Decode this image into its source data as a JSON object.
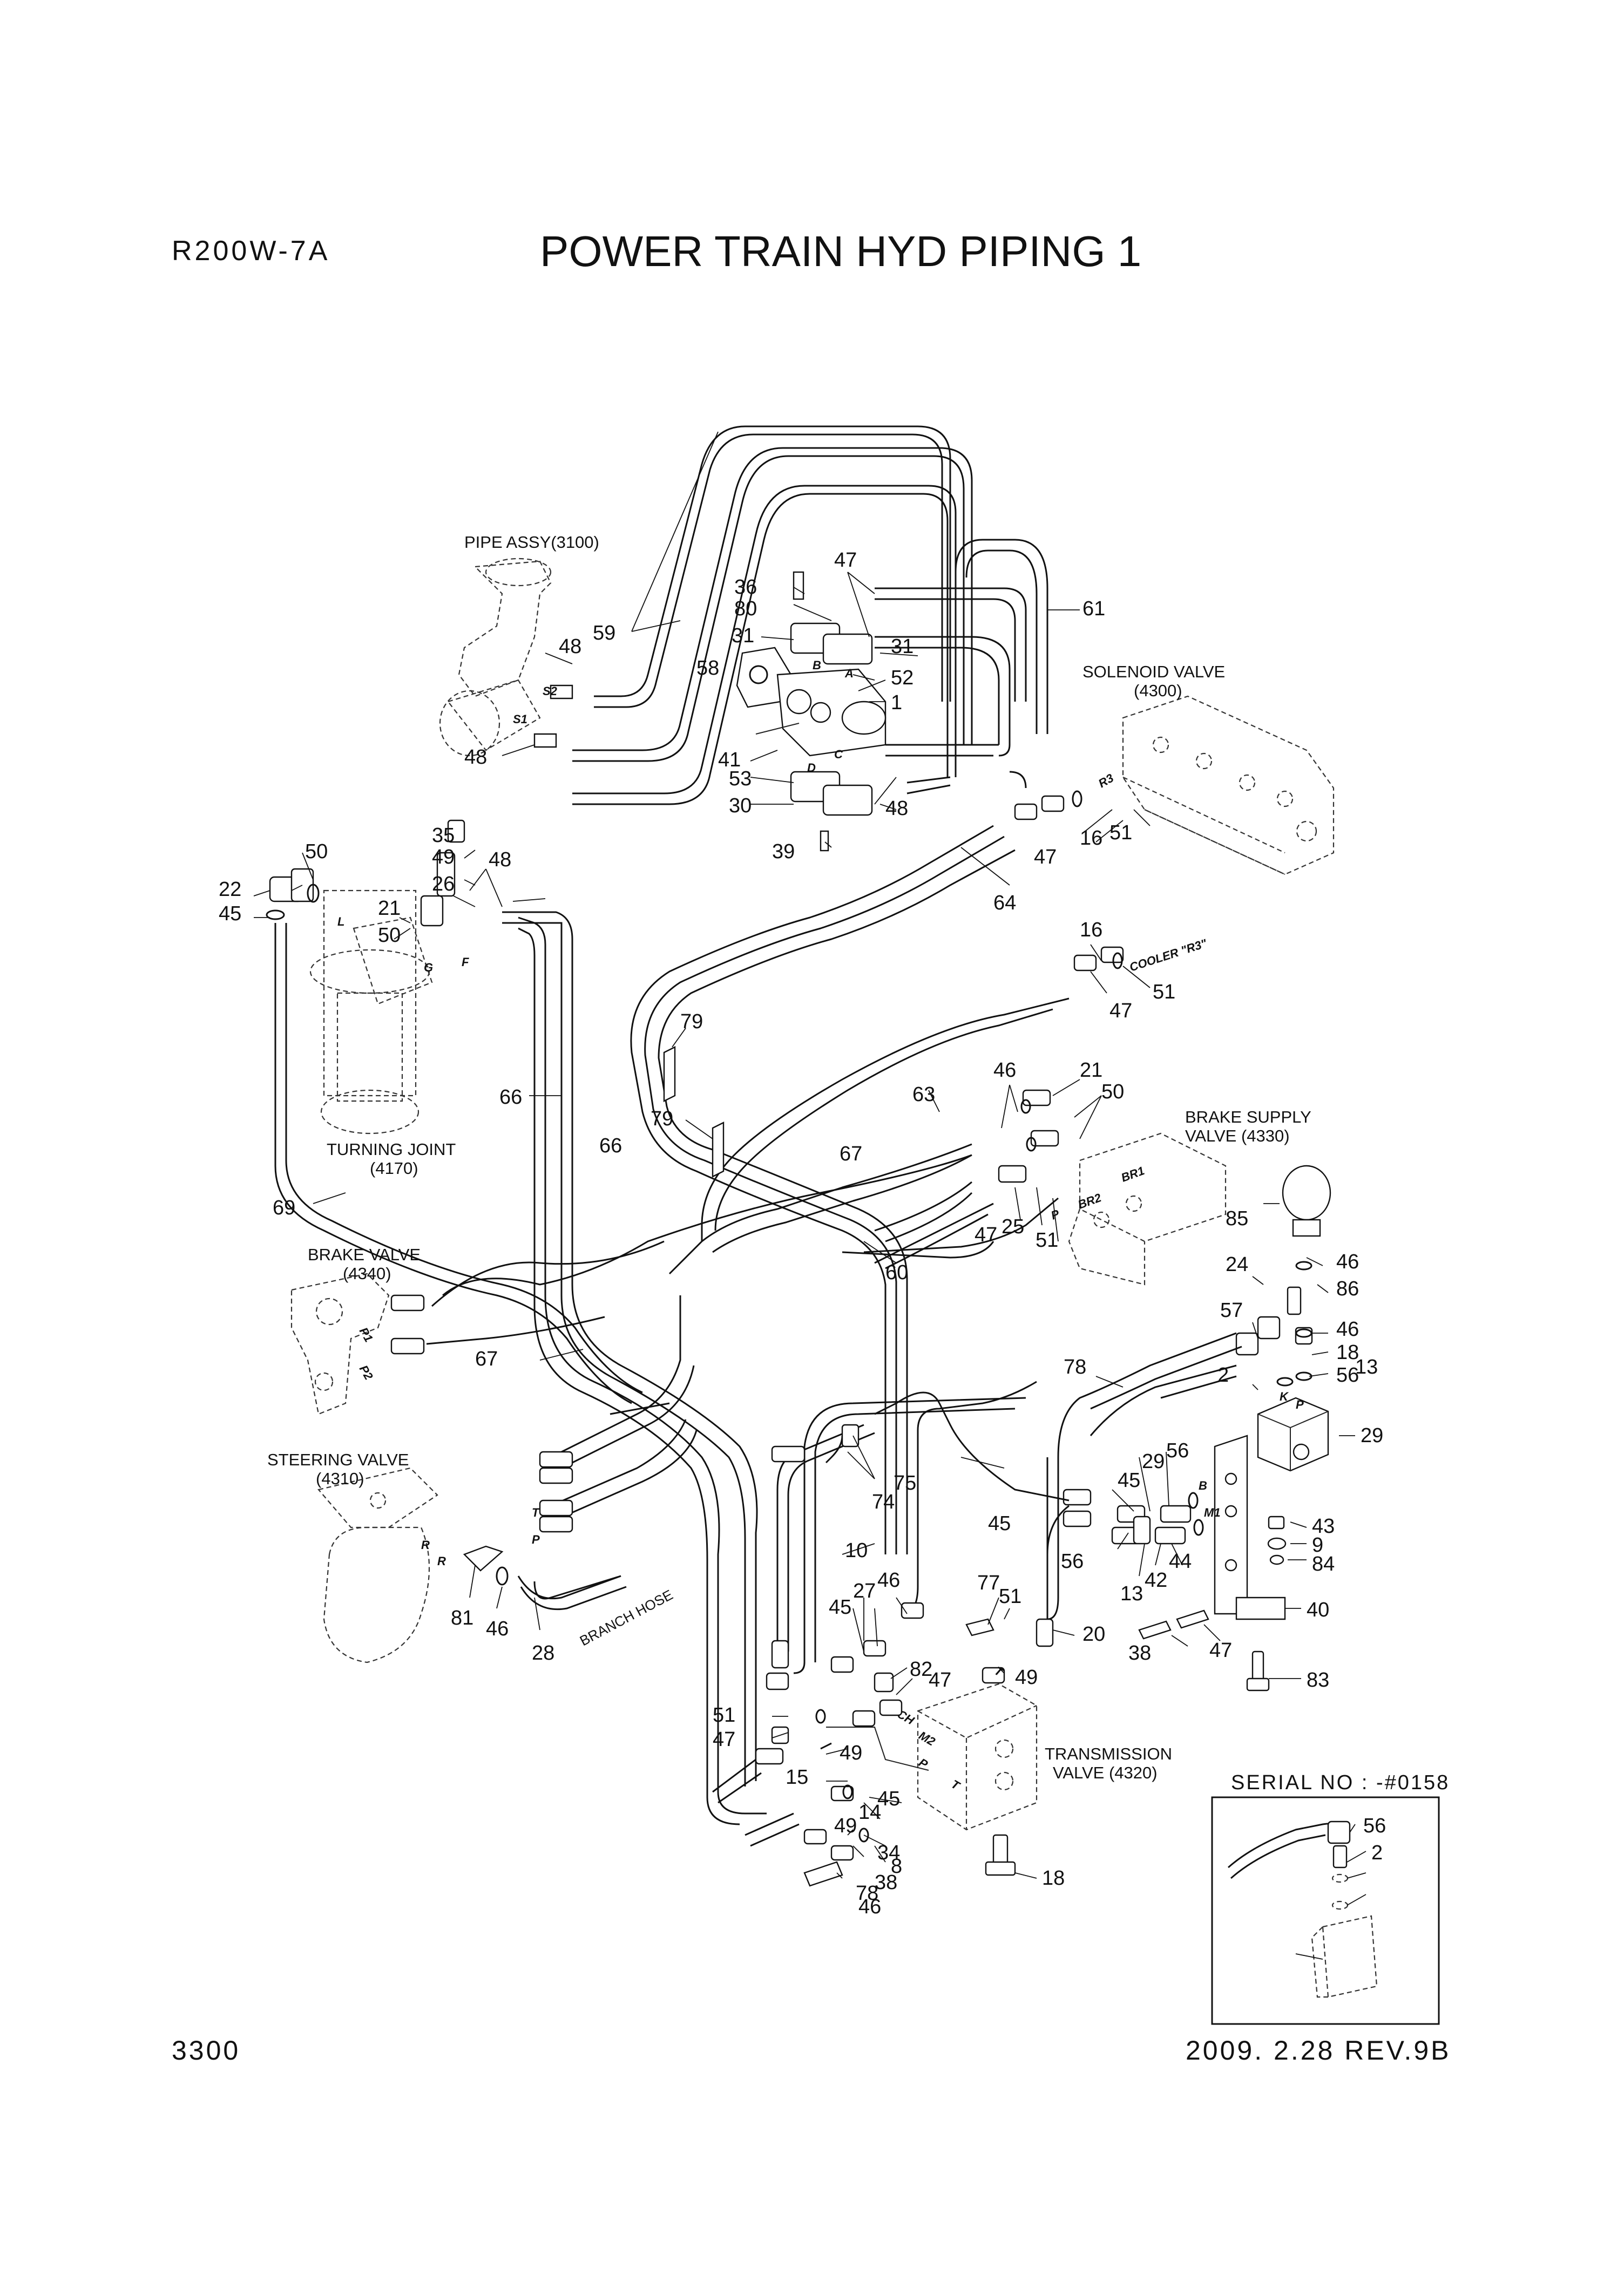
{
  "header": {
    "model": "R200W-7A",
    "title": "POWER TRAIN HYD PIPING 1"
  },
  "footer": {
    "page_number": "3300",
    "revision": "2009. 2.28  REV.9B"
  },
  "labels": {
    "pipe_assy": "PIPE ASSY(3100)",
    "solenoid_valve": [
      "SOLENOID VALVE",
      "(4300)"
    ],
    "cooler": "COOLER \"R3\"",
    "turning_joint": [
      "TURNING JOINT",
      "(4170)"
    ],
    "brake_supply_valve": [
      "BRAKE SUPPLY",
      "VALVE (4330)"
    ],
    "brake_valve": [
      "BRAKE VALVE",
      "(4340)"
    ],
    "steering_valve": [
      "STEERING VALVE",
      "(4310)"
    ],
    "branch_hose": "BRANCH HOSE",
    "transmission_valve": [
      "TRANSMISSION",
      "VALVE (4320)"
    ],
    "serial_no": "SERIAL NO : -#0158"
  },
  "ports": [
    "S2",
    "S1",
    "A",
    "B",
    "C",
    "D",
    "R3",
    "L",
    "R",
    "BR1",
    "BR2",
    "P",
    "P1",
    "P2",
    "T",
    "K",
    "B",
    "M1",
    "CH",
    "M2",
    "P",
    "T",
    "G",
    "F"
  ],
  "part_numbers": [
    "36",
    "80",
    "47",
    "31",
    "31",
    "58",
    "52",
    "1",
    "59",
    "61",
    "48",
    "48",
    "41",
    "53",
    "30",
    "48",
    "39",
    "35",
    "49",
    "26",
    "48",
    "50",
    "22",
    "45",
    "21",
    "50",
    "16",
    "47",
    "51",
    "64",
    "16",
    "51",
    "47",
    "79",
    "79",
    "66",
    "66",
    "46",
    "21",
    "50",
    "63",
    "67",
    "47",
    "25",
    "51",
    "85",
    "46",
    "86",
    "46",
    "18",
    "56",
    "60",
    "69",
    "67",
    "78",
    "24",
    "57",
    "2",
    "13",
    "29",
    "56",
    "45",
    "29",
    "56",
    "13",
    "42",
    "44",
    "43",
    "9",
    "84",
    "40",
    "38",
    "47",
    "83",
    "74",
    "75",
    "45",
    "10",
    "45",
    "27",
    "46",
    "77",
    "51",
    "20",
    "49",
    "82",
    "47",
    "81",
    "46",
    "28",
    "51",
    "47",
    "49",
    "15",
    "45",
    "14",
    "49",
    "34",
    "8",
    "38",
    "78",
    "46",
    "18",
    "56",
    "2"
  ]
}
